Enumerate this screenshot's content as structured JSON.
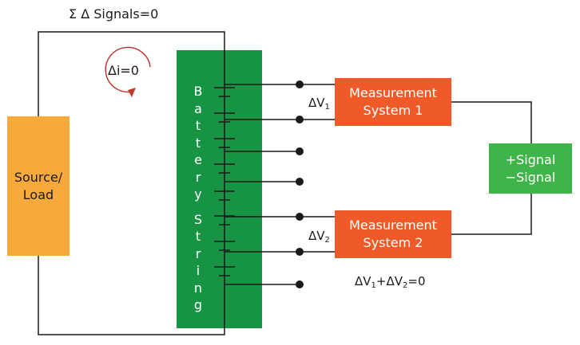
{
  "title": "Σ Δ Signals=0",
  "loop_label": "Δi=0",
  "source": {
    "line1": "Source/",
    "line2": "Load"
  },
  "battery": {
    "word1": [
      "B",
      "a",
      "t",
      "t",
      "e",
      "r",
      "y"
    ],
    "word2": [
      "S",
      "t",
      "r",
      "i",
      "n",
      "g"
    ]
  },
  "measurement_1": {
    "line1": "Measurement",
    "line2": "System 1"
  },
  "measurement_2": {
    "line1": "Measurement",
    "line2": "System 2"
  },
  "signal": {
    "line1": "+Signal",
    "line2": "−Signal"
  },
  "dv1": {
    "prefix": "ΔV",
    "sub": "1"
  },
  "dv2": {
    "prefix": "ΔV",
    "sub": "2"
  },
  "equation": {
    "a": "ΔV",
    "a_sub": "1",
    "plus": "+ΔV",
    "b_sub": "2",
    "rest": "=0"
  },
  "colors": {
    "source": "#f7a93c",
    "battery": "#169444",
    "measurement": "#f05a28",
    "signal": "#3fb549",
    "loop_arrow": "#c0392b"
  }
}
